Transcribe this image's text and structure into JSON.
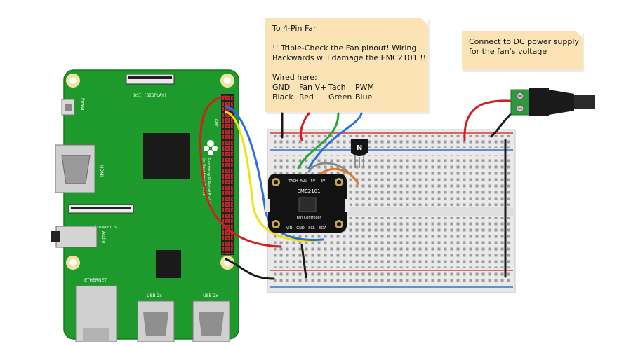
{
  "notes": {
    "fan": {
      "title": "To 4-Pin Fan",
      "warning_line1": "!! Triple-Check the Fan pinout! Wiring",
      "warning_line2": "Backwards will damage the EMC2101 !!",
      "wired_here": "Wired here:",
      "pin_names": [
        "GND",
        "Fan V+",
        "Tach",
        "PWM"
      ],
      "wire_colors": [
        "Black",
        "Red",
        "Green",
        "Blue"
      ]
    },
    "power": {
      "line1": "Connect to DC power supply",
      "line2": "for the fan's voltage"
    }
  },
  "pi": {
    "dsi_label": "DSI (DISPLAY)",
    "csi_label": "CSI (CAMERA)",
    "hdmi_label": "HDMI",
    "power_label": "Power",
    "audio_label": "Audio",
    "ethernet_label": "ETHERNET",
    "usb_label_1": "USB 2x",
    "usb_label_2": "USB 2x",
    "model_label_1": "Raspberry Pi Model B v1.2",
    "model_label_2": "(c) Raspberry Pi 2015",
    "gpio_label": "GPIO"
  },
  "emc": {
    "name": "EMC2101",
    "subtitle": "Fan Controller",
    "top_pins": [
      "TACH",
      "FAN",
      "5V",
      "3V"
    ],
    "bottom_pins": [
      "VIN",
      "GND",
      "SCL",
      "SDA"
    ]
  },
  "transistor": {
    "label": "N"
  },
  "colors": {
    "pcb": "#1e9a2c",
    "breadboard": "#e9e9e9",
    "note": "#fbe3b5",
    "wire_red": "#d21f1f",
    "wire_black": "#1a1a1a",
    "wire_yellow": "#f2e30f",
    "wire_blue": "#2a6fdb",
    "wire_green": "#27a73a",
    "wire_gray": "#8a8a8a",
    "wire_orange": "#e2782a",
    "emc_board": "#121212",
    "rail_red": "#d63a3a",
    "rail_blue": "#3a6fd6",
    "dc_jack_green": "#2f9a3c"
  }
}
